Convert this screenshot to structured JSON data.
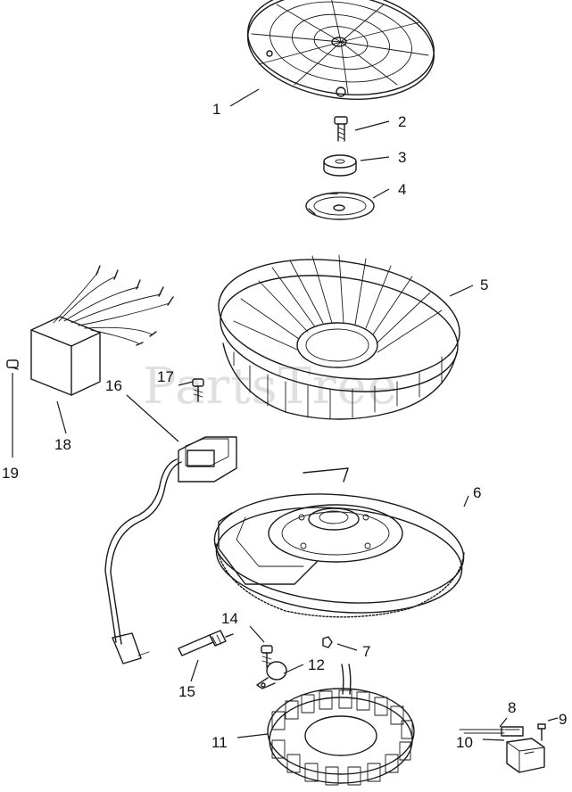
{
  "watermark": "PartsTree",
  "callouts": [
    {
      "id": "1"
    },
    {
      "id": "2"
    },
    {
      "id": "3"
    },
    {
      "id": "4"
    },
    {
      "id": "5"
    },
    {
      "id": "6"
    },
    {
      "id": "7"
    },
    {
      "id": "8"
    },
    {
      "id": "9"
    },
    {
      "id": "10"
    },
    {
      "id": "11"
    },
    {
      "id": "12"
    },
    {
      "id": "14"
    },
    {
      "id": "15"
    },
    {
      "id": "16"
    },
    {
      "id": "17"
    },
    {
      "id": "18"
    },
    {
      "id": "19"
    }
  ],
  "colors": {
    "line": "#1a1a1a",
    "watermark": "#c8c8c8",
    "background": "#ffffff"
  }
}
